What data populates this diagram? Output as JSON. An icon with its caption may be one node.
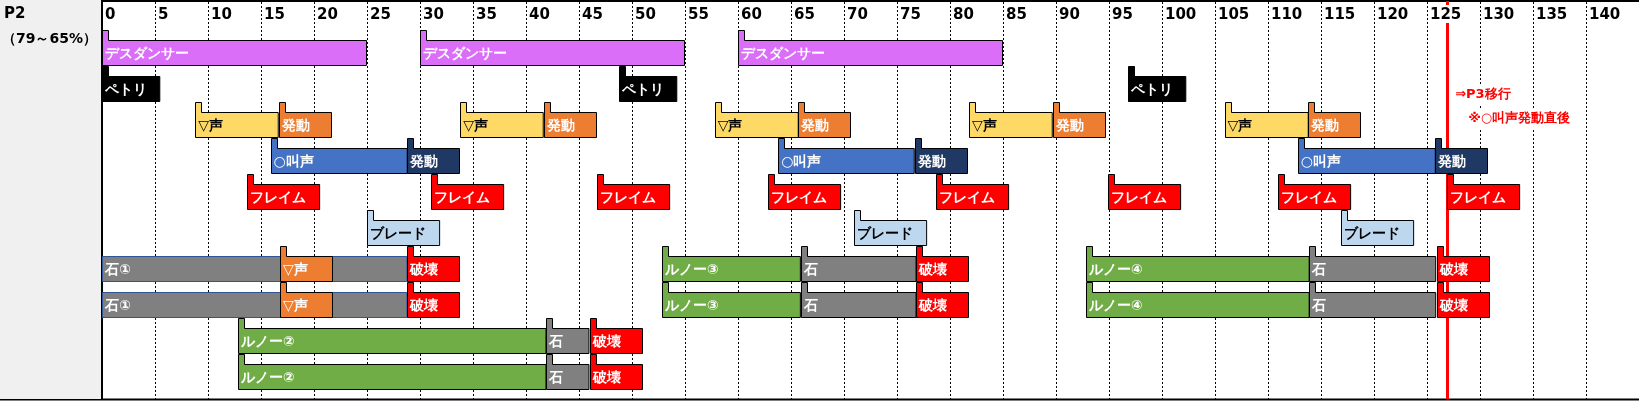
{
  "diagram": {
    "nodes": [
      {
        "text": [
          "デスダンサー"
        ]
      },
      {
        "text": [
          "デスダンサー"
        ]
      },
      {
        "text": [
          "デスダンサー"
        ]
      },
      {
        "text": [
          "ペトリ"
        ]
      },
      {
        "text": [
          "ペトリ"
        ]
      },
      {
        "text": [
          "ペトリ"
        ]
      },
      {
        "text": [
          "▽声"
        ]
      },
      {
        "text": [
          "発動"
        ]
      },
      {
        "text": [
          "▽声"
        ]
      },
      {
        "text": [
          "発動"
        ]
      },
      {
        "text": [
          "▽声"
        ]
      },
      {
        "text": [
          "発動"
        ]
      },
      {
        "text": [
          "▽声"
        ]
      },
      {
        "text": [
          "発動"
        ]
      },
      {
        "text": [
          "▽声"
        ]
      },
      {
        "text": [
          "発動"
        ]
      },
      {
        "text": [
          "○叫声"
        ]
      },
      {
        "text": [
          "発動"
        ]
      },
      {
        "text": [
          "○叫声"
        ]
      },
      {
        "text": [
          "発動"
        ]
      },
      {
        "text": [
          "○叫声"
        ]
      },
      {
        "text": [
          "発動"
        ]
      },
      {
        "text": [
          "フレイム"
        ]
      },
      {
        "text": [
          "フレイム"
        ]
      },
      {
        "text": [
          "フレイム"
        ]
      },
      {
        "text": [
          "フレイム"
        ]
      },
      {
        "text": [
          "フレイム"
        ]
      },
      {
        "text": [
          "フレイム"
        ]
      },
      {
        "text": [
          "フレイム"
        ]
      },
      {
        "text": [
          "フレイム"
        ]
      },
      {
        "text": [
          "ブレード"
        ]
      },
      {
        "text": [
          "ブレード"
        ]
      },
      {
        "text": [
          "ブレード"
        ]
      },
      {
        "text": [
          "石①"
        ]
      },
      {
        "text": [
          "▽声"
        ],
        "in": 33
      },
      {
        "text": [
          "破壊"
        ]
      },
      {
        "text": [
          "ルノー③"
        ]
      },
      {
        "text": [
          "石"
        ]
      },
      {
        "text": [
          "破壊"
        ]
      },
      {
        "text": [
          "ルノー④"
        ]
      },
      {
        "text": [
          "石"
        ]
      },
      {
        "text": [
          "破壊"
        ]
      },
      {
        "text": [
          "石①"
        ]
      },
      {
        "text": [
          "▽声"
        ],
        "in": 42
      },
      {
        "text": [
          "破壊"
        ]
      },
      {
        "text": [
          "ルノー③"
        ]
      },
      {
        "text": [
          "石"
        ]
      },
      {
        "text": [
          "破壊"
        ]
      },
      {
        "text": [
          "ルノー④"
        ]
      },
      {
        "text": [
          "石"
        ]
      },
      {
        "text": [
          "破壊"
        ]
      },
      {
        "text": [
          "ルノー②"
        ]
      },
      {
        "text": [
          "石"
        ]
      },
      {
        "text": [
          "破壊"
        ]
      },
      {
        "text": [
          "ルノー②"
        ]
      },
      {
        "text": [
          "石"
        ]
      },
      {
        "text": [
          "破壊"
        ]
      }
    ],
    "labels": [
      "P2",
      "（79～65%）",
      "0",
      "5",
      "10",
      "15",
      "20",
      "25",
      "30",
      "35",
      "40",
      "45",
      "50",
      "55",
      "60",
      "65",
      "70",
      "75",
      "80",
      "85",
      "90",
      "95",
      "100",
      "105",
      "110",
      "115",
      "120",
      "125",
      "130",
      "135",
      "140",
      "⇒P3移行",
      "※○叫声発動直後"
    ]
  }
}
